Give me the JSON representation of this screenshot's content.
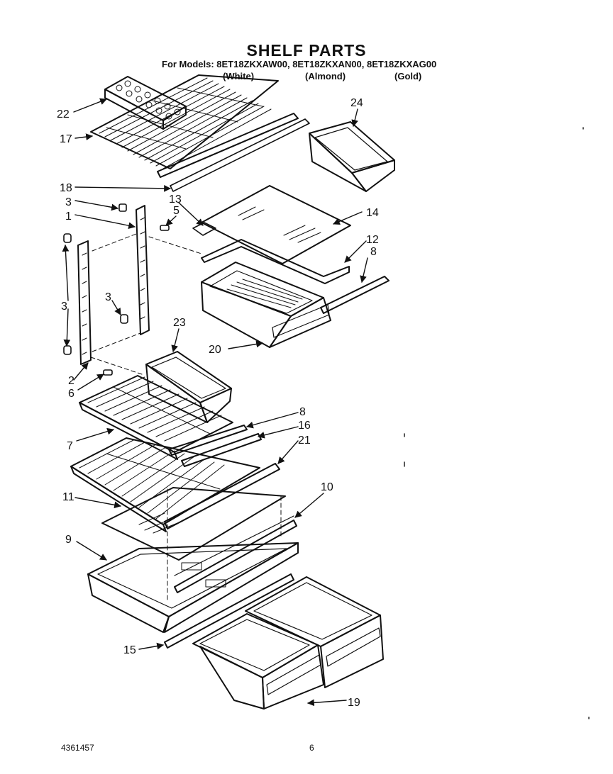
{
  "header": {
    "title": "SHELF PARTS",
    "models_line": "For Models: 8ET18ZKXAW00, 8ET18ZKXAN00, 8ET18ZKXAG00",
    "colors": [
      "(White)",
      "(Almond)",
      "(Gold)"
    ]
  },
  "callouts": [
    "22",
    "17",
    "24",
    "18",
    "13",
    "3",
    "5",
    "14",
    "1",
    "12",
    "8",
    "3",
    "3",
    "20",
    "23",
    "2",
    "6",
    "8",
    "16",
    "7",
    "21",
    "10",
    "11",
    "9",
    "15",
    "19"
  ],
  "footer": {
    "doc_number": "4361457",
    "page_number": "6"
  },
  "colors": {
    "ink": "#111111",
    "paper": "#ffffff"
  }
}
